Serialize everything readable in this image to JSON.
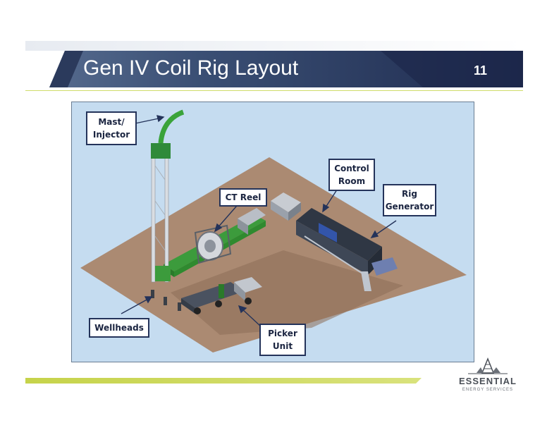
{
  "slide": {
    "title": "Gen IV Coil Rig Layout",
    "page_number": "11"
  },
  "callouts": {
    "mast": "Mast/\nInjector",
    "ct_reel": "CT Reel",
    "control_room": "Control\nRoom",
    "rig_generator": "Rig\nGenerator",
    "wellheads": "Wellheads",
    "picker_unit": "Picker\nUnit"
  },
  "logo": {
    "name": "ESSENTIAL",
    "tagline": "ENERGY SERVICES"
  },
  "colors": {
    "header_navy": "#1f2b4f",
    "header_slate": "#3e5276",
    "accent_green": "#c6d34a",
    "diagram_sky": "#c5dcf0",
    "pad_ground": "#ab8a72",
    "equipment_green": "#3c9b3c",
    "callout_border": "#24335a"
  }
}
